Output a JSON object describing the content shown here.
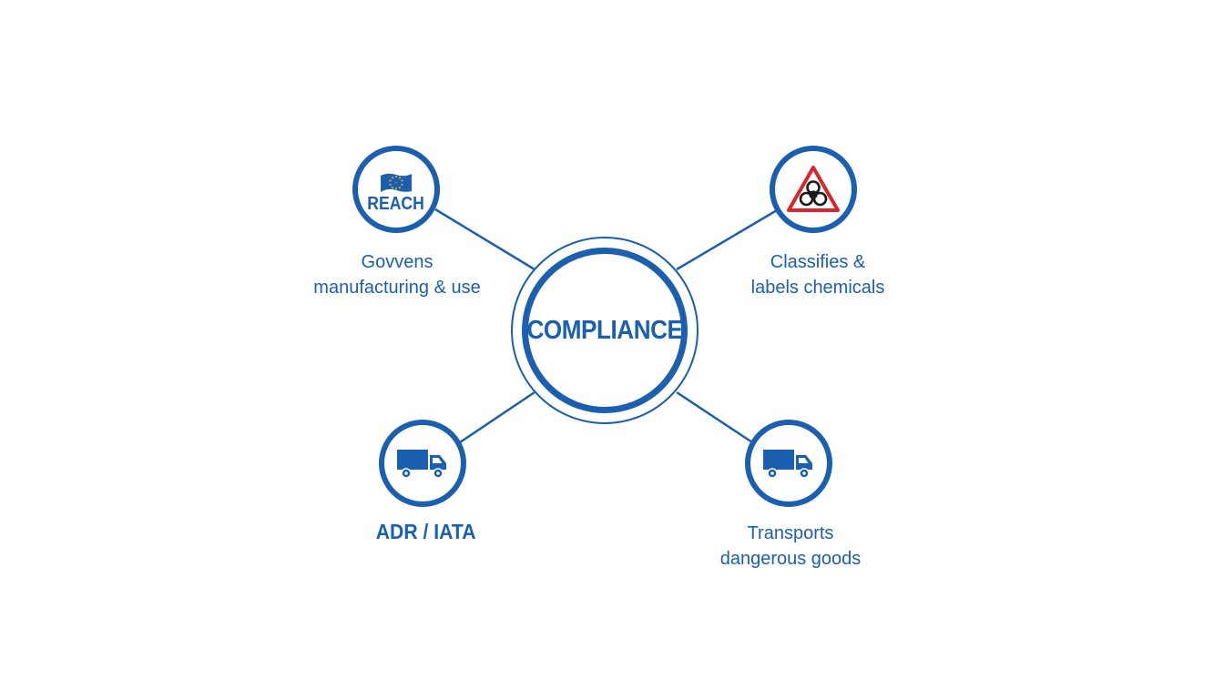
{
  "center": {
    "label": "COMPLIANCE"
  },
  "nodes": {
    "reach": {
      "badge_text": "REACH",
      "icon": "eu-flag-icon",
      "description_lines": [
        "Govvens",
        "manufacturing & use"
      ]
    },
    "hazard": {
      "icon": "biohazard-warning-icon",
      "description_lines": [
        "Classifies &",
        "labels chemicals"
      ]
    },
    "adr": {
      "icon": "truck-icon",
      "label": "ADR / IATA"
    },
    "transport": {
      "icon": "truck-icon",
      "description_lines": [
        "Transports",
        "dangerous goods"
      ]
    }
  },
  "colors": {
    "primary": "#1a5fb0",
    "hazard_red": "#d9262c",
    "eu_yellow": "#f4c400",
    "background": "#ffffff"
  }
}
